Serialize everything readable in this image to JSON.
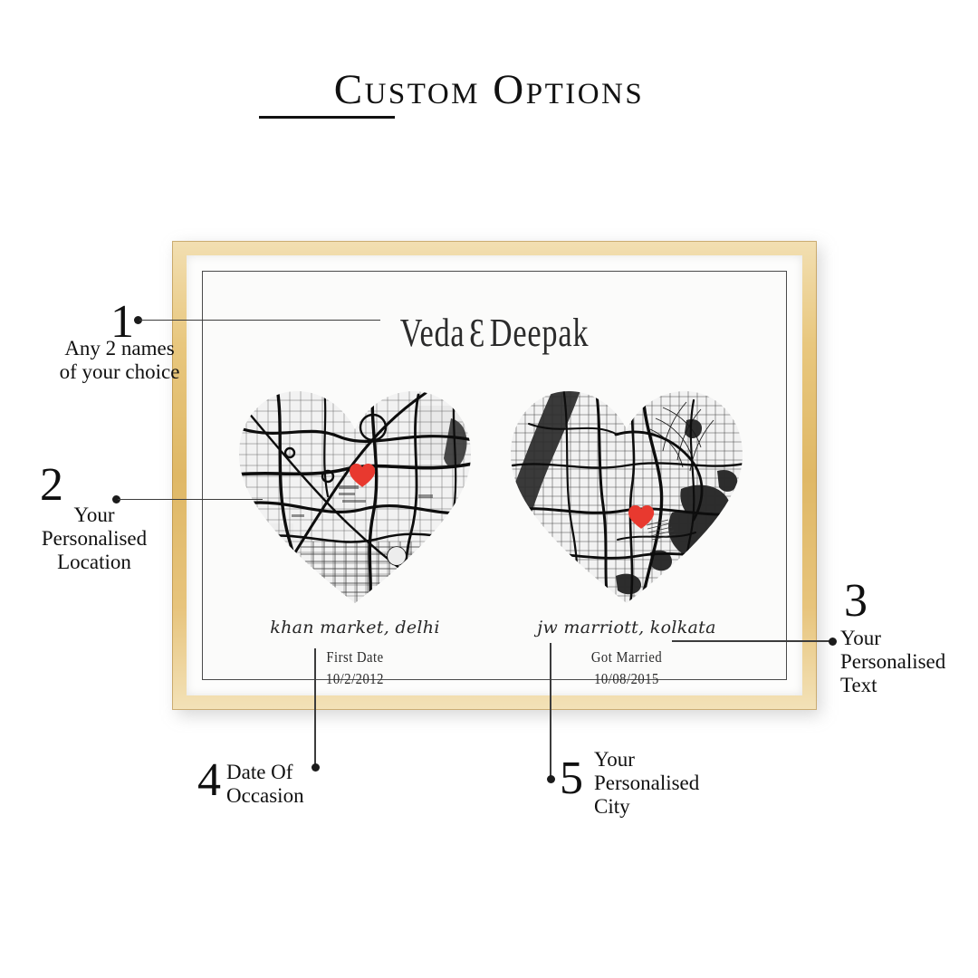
{
  "header": {
    "title": "Custom Options"
  },
  "poster": {
    "names": {
      "first": "Veda",
      "ampersand": "Ɛ",
      "second": "Deepak",
      "full": "Veda Ɛ Deepak"
    },
    "maps": [
      {
        "id": "map-left",
        "place": "khan market, delhi",
        "occasion": "First Date",
        "date": "10/2/2012",
        "marker": "red-heart-marker",
        "marker_color": "#e8392f"
      },
      {
        "id": "map-right",
        "place": "jw marriott, kolkata",
        "occasion": "Got Married",
        "date": "10/08/2015",
        "marker": "red-heart-marker",
        "marker_color": "#e8392f"
      }
    ],
    "frame_color": "#dfb866",
    "mat_color": "#fdfdfc",
    "border_color": "#4a4a4a"
  },
  "callouts": [
    {
      "number": "1",
      "line1": "Any 2 names",
      "line2": "of your choice",
      "line3": ""
    },
    {
      "number": "2",
      "line1": "Your",
      "line2": "Personalised",
      "line3": "Location"
    },
    {
      "number": "3",
      "line1": "Your",
      "line2": "Personalised",
      "line3": "Text"
    },
    {
      "number": "4",
      "line1": "Date Of",
      "line2": "Occasion",
      "line3": ""
    },
    {
      "number": "5",
      "line1": "Your",
      "line2": "Personalised",
      "line3": "City"
    }
  ]
}
